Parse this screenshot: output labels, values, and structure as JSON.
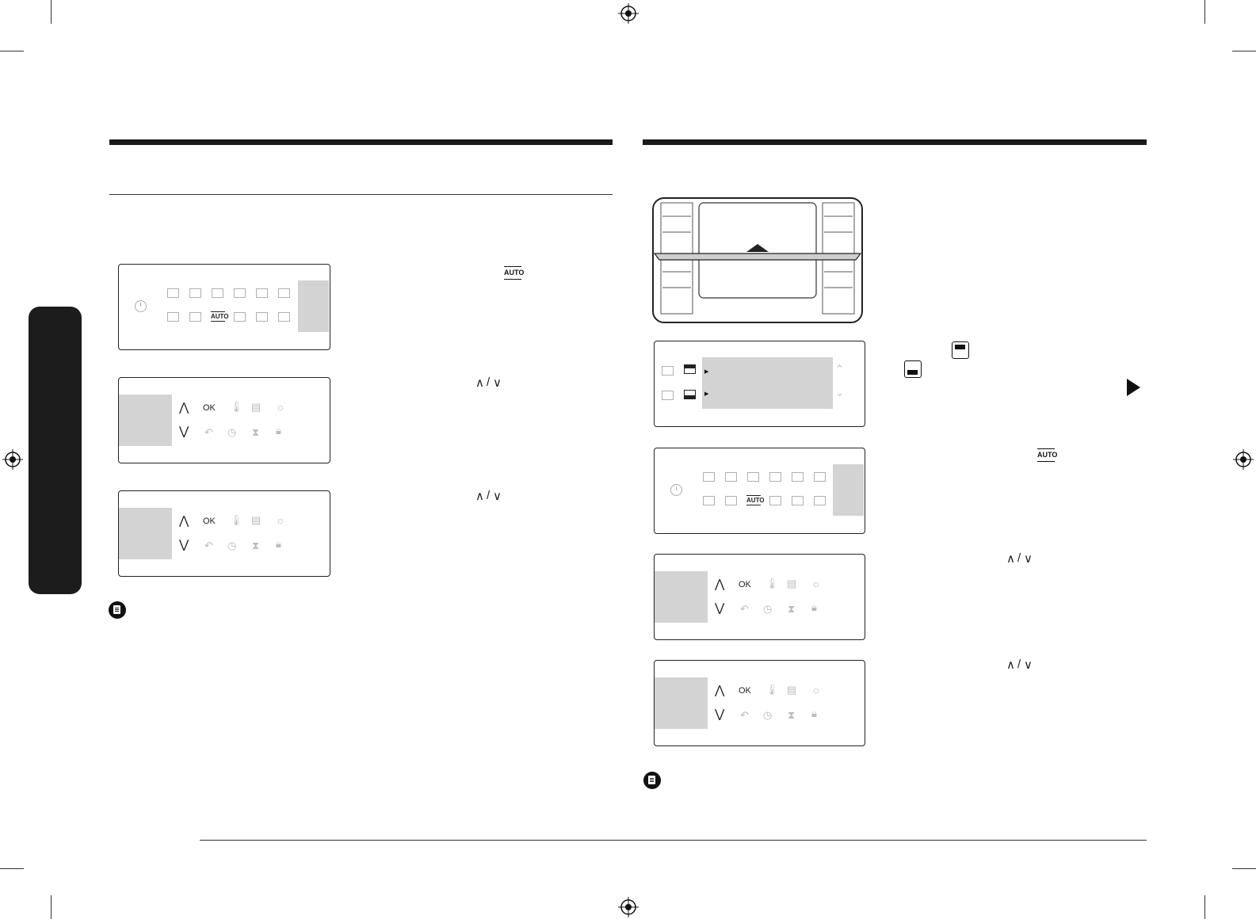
{
  "panels": {
    "ok_label": "OK",
    "auto_label": "AUTO",
    "up_arrow": "⋀",
    "down_arrow": "⋁"
  },
  "inline": {
    "auto_label": "AUTO",
    "up_symbol": "∧",
    "slash": "/",
    "down_symbol": "∨"
  },
  "icons": [
    "power-icon",
    "note-icon",
    "top-heater-icon",
    "bottom-heater-icon",
    "next-page-arrow-icon",
    "registration-mark-icon",
    "oven-interior-illustration"
  ]
}
